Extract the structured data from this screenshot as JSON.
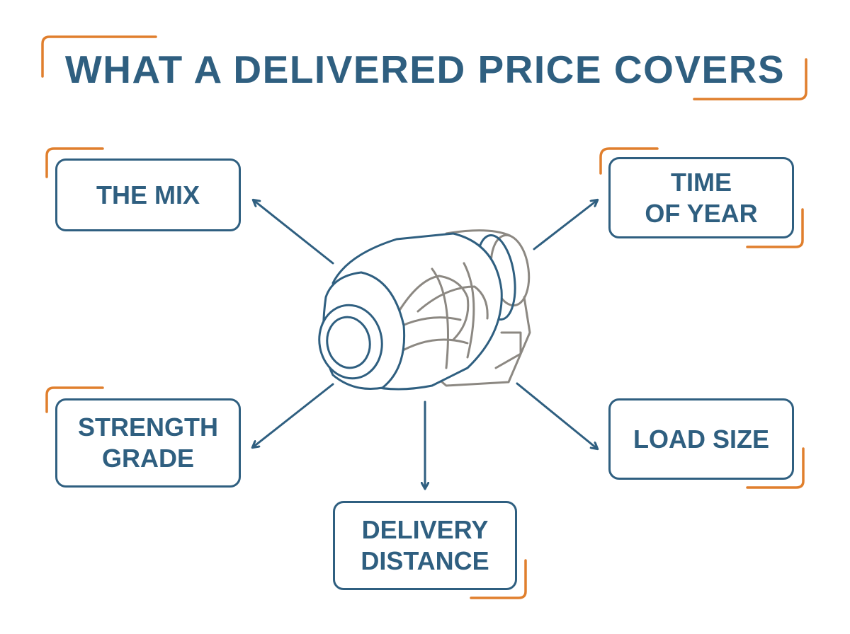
{
  "title": "WHAT A DELIVERED PRICE COVERS",
  "center_icon": "concrete-mixer-drum-icon",
  "factors": {
    "the_mix": {
      "lines": [
        "THE MIX"
      ]
    },
    "time_of_year": {
      "lines": [
        "TIME",
        "OF YEAR"
      ]
    },
    "strength_grade": {
      "lines": [
        "STRENGTH",
        "GRADE"
      ]
    },
    "load_size": {
      "lines": [
        "LOAD SIZE"
      ]
    },
    "delivery_distance": {
      "lines": [
        "DELIVERY",
        "DISTANCE"
      ]
    }
  },
  "colors": {
    "primary": "#2f5f80",
    "accent": "#e07f2d",
    "drum_secondary": "#8c8882",
    "background": "#ffffff"
  }
}
